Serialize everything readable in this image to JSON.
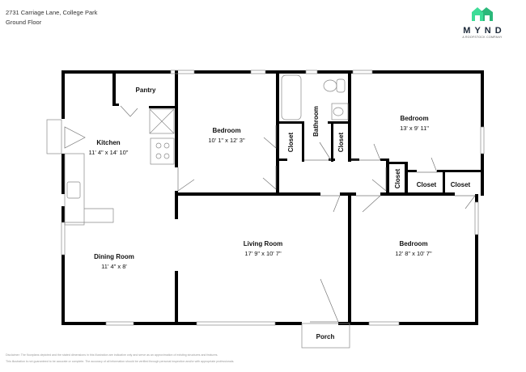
{
  "header": {
    "address": "2731 Carriage Lane, College Park",
    "floor": "Ground Floor"
  },
  "logo": {
    "wordmark": "MYND",
    "tagline": "A ROOFSTOCK COMPANY",
    "colors": {
      "house_left": "#3ddc97",
      "house_right": "#2bb87a"
    }
  },
  "rooms": {
    "pantry": {
      "name": "Pantry"
    },
    "kitchen": {
      "name": "Kitchen",
      "dims": "11' 4\" x 14' 10\""
    },
    "bedroom1": {
      "name": "Bedroom",
      "dims": "10' 1\" x 12' 3\""
    },
    "bathroom": {
      "name": "Bathroom"
    },
    "closet1": {
      "name": "Closet"
    },
    "closet2": {
      "name": "Closet"
    },
    "bedroom2": {
      "name": "Bedroom",
      "dims": "13' x 9' 11\""
    },
    "closet3": {
      "name": "Closet"
    },
    "closet4": {
      "name": "Closet"
    },
    "closet5": {
      "name": "Closet"
    },
    "dining": {
      "name": "Dining Room",
      "dims": "11' 4\" x 8'"
    },
    "living": {
      "name": "Living Room",
      "dims": "17' 9\" x 10' 7\""
    },
    "bedroom3": {
      "name": "Bedroom",
      "dims": "12' 8\" x 10' 7\""
    },
    "porch": {
      "name": "Porch"
    }
  },
  "disclaimer": {
    "line1": "Disclaimer: The floorplans depicted and the stated dimensions in this illustration are indicative only and serve as an approximation of existing structures and features.",
    "line2": "This illustration is not guaranteed to be accurate or complete. The accuracy of all information should be verified through personal inspection and/or with appropriate professionals."
  }
}
